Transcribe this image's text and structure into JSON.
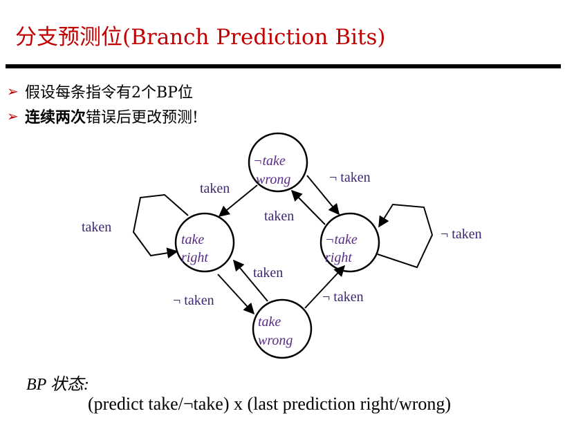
{
  "title": "分支预测位(Branch Prediction Bits)",
  "bullets": [
    {
      "plain": "假设每条指令有2个BP位",
      "bold": ""
    },
    {
      "plain": "错误后更改预测!",
      "bold": "连续两次"
    }
  ],
  "bullet_marker": "➢",
  "diagram": {
    "nodes": [
      {
        "id": "top",
        "line1": "¬take",
        "line2": "wrong"
      },
      {
        "id": "left",
        "line1": "take",
        "line2": "right"
      },
      {
        "id": "right",
        "line1": "¬take",
        "line2": "right"
      },
      {
        "id": "bottom",
        "line1": "take",
        "line2": "wrong"
      }
    ],
    "edge_labels": {
      "self_left": "taken",
      "top_to_left": "taken",
      "top_to_right": "¬ taken",
      "right_to_top": "taken",
      "self_right": "¬ taken",
      "bottom_to_left": "taken",
      "left_to_bottom": "¬ taken",
      "bottom_to_right": "¬ taken"
    }
  },
  "bp_label": "BP 状态:",
  "formula": "(predict take/¬take) x (last prediction right/wrong)",
  "colors": {
    "title": "#c00000",
    "node_text": "#5b2a86",
    "edge_label": "#3d2670"
  }
}
